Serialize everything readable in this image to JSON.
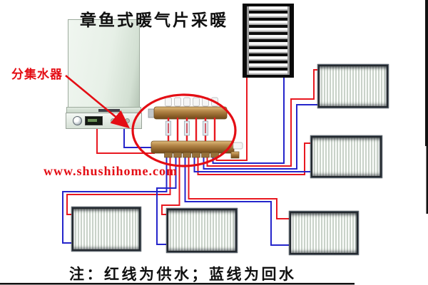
{
  "title": "章鱼式暖气片采暖",
  "callout": {
    "label": "分集水器"
  },
  "watermark": "www.shushihome.com",
  "note": {
    "prefix": "注：",
    "supply": "红线为供水",
    "separator": "；",
    "return": "蓝线为回水"
  },
  "colors": {
    "supply": "#e81820",
    "return": "#2525cb",
    "accent": "#e40d14",
    "text": "#101010",
    "brass": "#b5874a"
  }
}
